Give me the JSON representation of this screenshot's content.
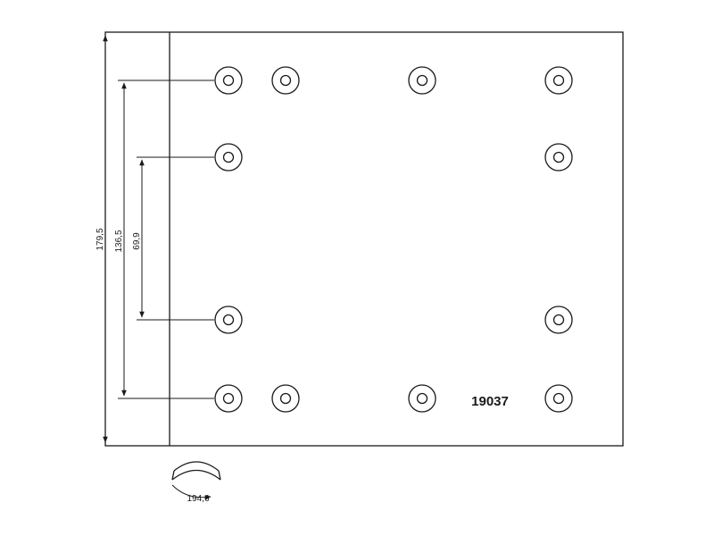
{
  "diagram": {
    "part_number": "19037",
    "dimensions": {
      "overall_height": "179,5",
      "outer_hole_span": "136,5",
      "inner_hole_span": "69,9",
      "arc_radius": "194,6"
    },
    "rivet_hole_count": 12
  }
}
